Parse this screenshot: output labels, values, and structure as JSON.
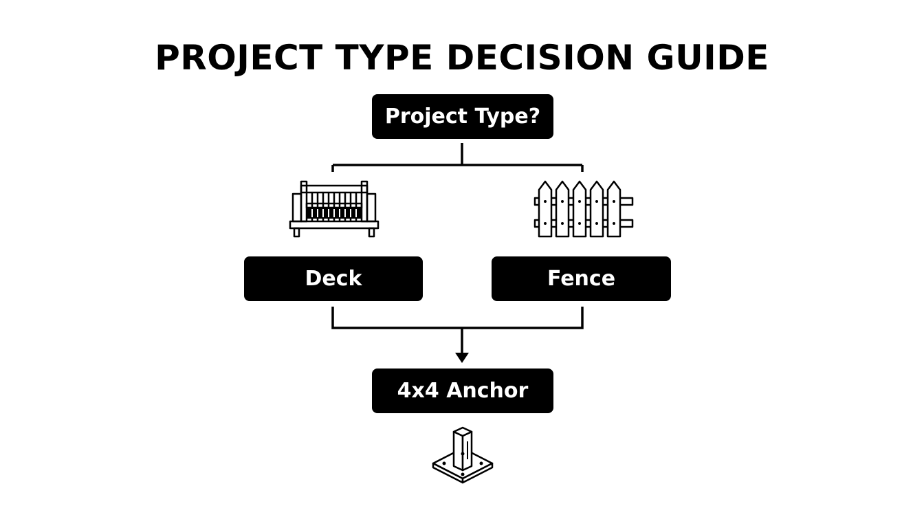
{
  "title": "PROJECT TYPE DECISION GUIDE",
  "colors": {
    "node_fill": "#000000",
    "node_text": "#ffffff",
    "line": "#000000",
    "background": "#ffffff"
  },
  "nodes": {
    "question": {
      "label": "Project Type?"
    },
    "deck": {
      "label": "Deck",
      "icon": "deck-icon"
    },
    "fence": {
      "label": "Fence",
      "icon": "fence-icon"
    },
    "anchor": {
      "label": "4x4 Anchor",
      "icon": "post-anchor-icon"
    }
  },
  "edges": [
    {
      "from": "question",
      "to": "deck"
    },
    {
      "from": "question",
      "to": "fence"
    },
    {
      "from": "deck",
      "to": "anchor"
    },
    {
      "from": "fence",
      "to": "anchor"
    }
  ]
}
